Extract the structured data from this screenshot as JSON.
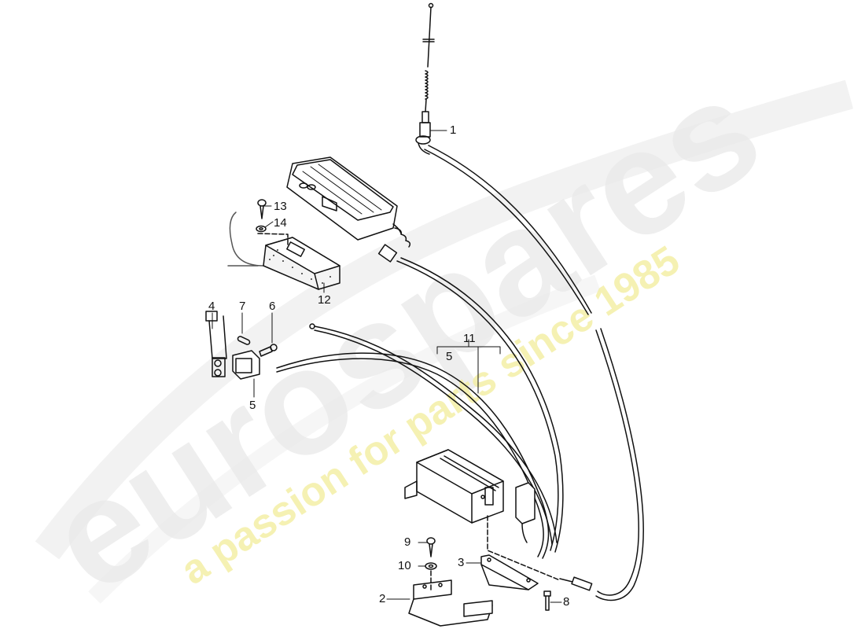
{
  "watermark": {
    "brand": "eurospares",
    "tagline": "a passion for parts since 1985",
    "brand_color": "#e6e6e6",
    "tagline_color": "#f3f0a8"
  },
  "diagram": {
    "subject": "Car telephone and antenna installation",
    "line_color": "#111111",
    "parts": [
      {
        "num": "1",
        "name": "antenna"
      },
      {
        "num": "2",
        "name": "bracket"
      },
      {
        "num": "3",
        "name": "bracket"
      },
      {
        "num": "4",
        "name": "holder"
      },
      {
        "num": "5",
        "name": "connector"
      },
      {
        "num": "6",
        "name": "screw"
      },
      {
        "num": "7",
        "name": "pin"
      },
      {
        "num": "8",
        "name": "bolt"
      },
      {
        "num": "9",
        "name": "screw"
      },
      {
        "num": "10",
        "name": "washer"
      },
      {
        "num": "11",
        "name": "cable harness"
      },
      {
        "num": "12",
        "name": "handset cradle"
      },
      {
        "num": "13",
        "name": "screw"
      },
      {
        "num": "14",
        "name": "washer"
      }
    ],
    "callouts": {
      "c1": "1",
      "c2": "2",
      "c3": "3",
      "c4": "4",
      "c5a": "5",
      "c5b": "5",
      "c6": "6",
      "c7": "7",
      "c8": "8",
      "c9": "9",
      "c10": "10",
      "c11": "11",
      "c12": "12",
      "c13": "13",
      "c14": "14"
    }
  }
}
